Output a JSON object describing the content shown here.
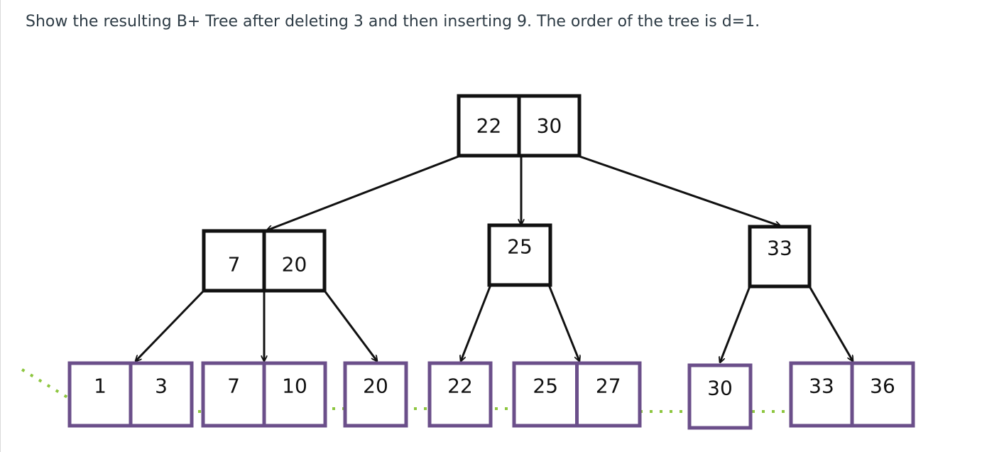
{
  "question": {
    "text": "Show the resulting B+ Tree after deleting 3 and then inserting 9. The order of the tree is d=1."
  },
  "tree": {
    "root": {
      "keys": [
        "22",
        "30"
      ]
    },
    "internal": [
      {
        "keys": [
          "7",
          "20"
        ]
      },
      {
        "keys": [
          "25"
        ]
      },
      {
        "keys": [
          "33"
        ]
      }
    ],
    "leaves": [
      {
        "keys": [
          "1",
          "3"
        ]
      },
      {
        "keys": [
          "7",
          "10"
        ]
      },
      {
        "keys": [
          "20"
        ]
      },
      {
        "keys": [
          "22"
        ]
      },
      {
        "keys": [
          "25",
          "27"
        ]
      },
      {
        "keys": [
          "30"
        ]
      },
      {
        "keys": [
          "33",
          "36"
        ]
      }
    ]
  },
  "colors": {
    "internal_border": "#111111",
    "leaf_border": "#6b4f8a",
    "leaf_link": "#8dc63f",
    "edge": "#111111"
  }
}
